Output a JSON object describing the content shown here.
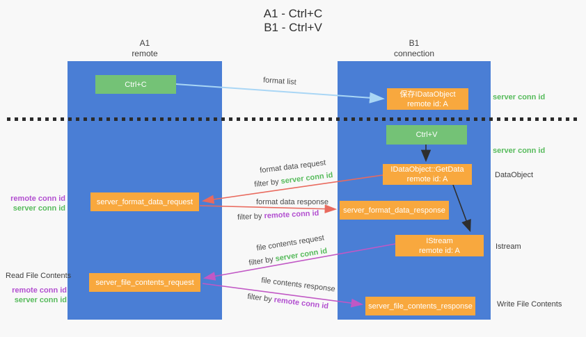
{
  "title": {
    "line1": "A1 - Ctrl+C",
    "line2": "B1 - Ctrl+V"
  },
  "lanes": {
    "left": {
      "name": "A1",
      "role": "remote"
    },
    "right": {
      "name": "B1",
      "role": "connection"
    }
  },
  "nodes": {
    "ctrl_c": "Ctrl+C",
    "ctrl_v": "Ctrl+V",
    "save_dataobject_line1": "保存IDataObject",
    "save_dataobject_line2": "remote id: A",
    "getdata_line1": "IDataObject::GetData",
    "getdata_line2": "remote id: A",
    "istream_line1": "IStream",
    "istream_line2": "remote id: A",
    "server_format_data_request": "server_format_data_request",
    "server_format_data_response": "server_format_data_response",
    "server_file_contents_request": "server_file_contents_request",
    "server_file_contents_response": "server_file_contents_response"
  },
  "labels": {
    "format_list": "format list",
    "format_data_request": "format data request",
    "format_data_response": "format data response",
    "file_contents_request": "file contents request",
    "file_contents_response": "file contents response",
    "filter_by": "filter by",
    "server_conn_id": "server conn id",
    "remote_conn_id": "remote conn id",
    "dataobject": "DataObject",
    "istream": "Istream",
    "read_file_contents": "Read File Contents",
    "write_file_contents": "Write File Contents"
  },
  "colors": {
    "lane_blue": "#4a7ed5",
    "box_orange": "#f8a83e",
    "box_green": "#74c276",
    "green_text": "#57bb5c",
    "purple_text": "#b24fd0",
    "red_arrow": "#e96a5e",
    "magenta_arrow": "#c158c5",
    "light_blue_arrow": "#a9d6f5",
    "black_arrow": "#2e2e2e"
  }
}
